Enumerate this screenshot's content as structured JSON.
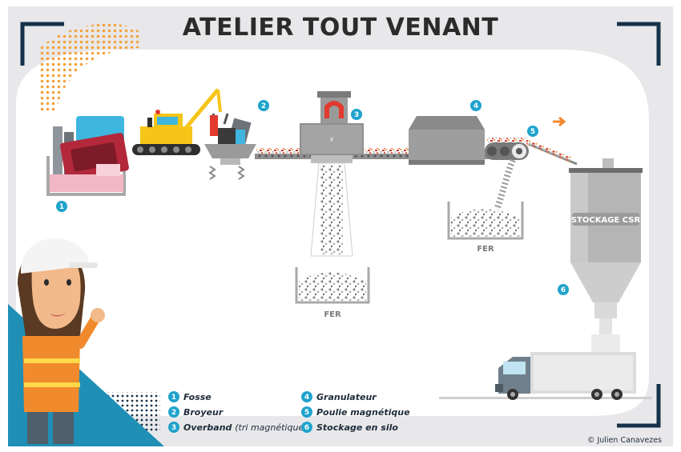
{
  "title": "ATELIER TOUT VENANT",
  "steps": [
    {
      "num": "1",
      "label": "Fosse",
      "note": ""
    },
    {
      "num": "2",
      "label": "Broyeur",
      "note": ""
    },
    {
      "num": "3",
      "label": "Overband",
      "note": "(tri magnétique)"
    },
    {
      "num": "4",
      "label": "Granulateur",
      "note": ""
    },
    {
      "num": "5",
      "label": "Poulie magnétique",
      "note": ""
    },
    {
      "num": "6",
      "label": "Stockage en silo",
      "note": ""
    }
  ],
  "bins": {
    "left_label": "FER",
    "right_label": "FER"
  },
  "silo": {
    "label": "STOCKAGE CSR"
  },
  "credit": "© Julien Canavezes",
  "colors": {
    "accent": "#1fa3cc",
    "frame": "#16324a",
    "arrow": "#f2892c",
    "background": "#e8e8ea"
  }
}
